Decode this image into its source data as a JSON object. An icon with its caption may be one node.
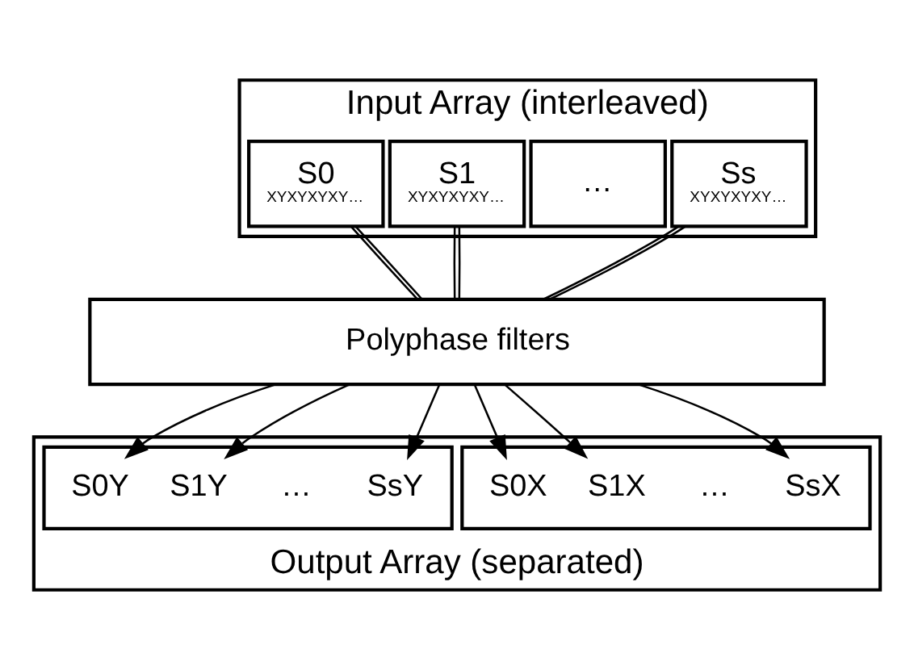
{
  "diagram": {
    "nodes": [
      {
        "text": [
          "Input Array (interleaved)"
        ]
      },
      {
        "text": [
          "S0",
          "XYXYXYXY…"
        ],
        "in": 0
      },
      {
        "text": [
          "S1",
          "XYXYXYXY…"
        ],
        "in": 0
      },
      {
        "text": [
          "…"
        ],
        "in": 0
      },
      {
        "text": [
          "Ss",
          "XYXYXYXY…"
        ],
        "in": 0
      },
      {
        "text": [
          "Polyphase filters"
        ]
      },
      {
        "text": [
          "Output Array (separated)"
        ]
      },
      {
        "text": [],
        "shape": "box",
        "in": 6
      },
      {
        "text": [
          "S0X"
        ],
        "in": 7
      },
      {
        "text": [
          "S1X"
        ],
        "in": 7
      },
      {
        "text": [
          "…"
        ],
        "in": 7
      },
      {
        "text": [
          "SsX"
        ],
        "in": 7
      },
      {
        "text": [],
        "shape": "box",
        "in": 6
      },
      {
        "text": [
          "S0Y"
        ],
        "in": 12
      },
      {
        "text": [
          "S1Y"
        ],
        "in": 12
      },
      {
        "text": [
          "…"
        ],
        "in": 12
      },
      {
        "text": [
          "SsY"
        ],
        "in": 12
      }
    ],
    "edges": [
      {
        "from": 1,
        "to": 5,
        "arrow": "none"
      },
      {
        "from": 1,
        "to": 5,
        "arrow": "none"
      },
      {
        "from": 2,
        "to": 5,
        "arrow": "none"
      },
      {
        "from": 2,
        "to": 5,
        "arrow": "none"
      },
      {
        "from": 4,
        "to": 5,
        "arrow": "none"
      },
      {
        "from": 4,
        "to": 5,
        "arrow": "none"
      },
      {
        "from": 5,
        "to": 8,
        "arrow": "to"
      },
      {
        "from": 5,
        "to": 9,
        "arrow": "to"
      },
      {
        "from": 5,
        "to": 13,
        "arrow": "to"
      },
      {
        "from": 5,
        "to": 11,
        "arrow": "to"
      },
      {
        "from": 5,
        "to": 14,
        "arrow": "to"
      },
      {
        "from": 5,
        "to": 16,
        "arrow": "to"
      }
    ]
  }
}
